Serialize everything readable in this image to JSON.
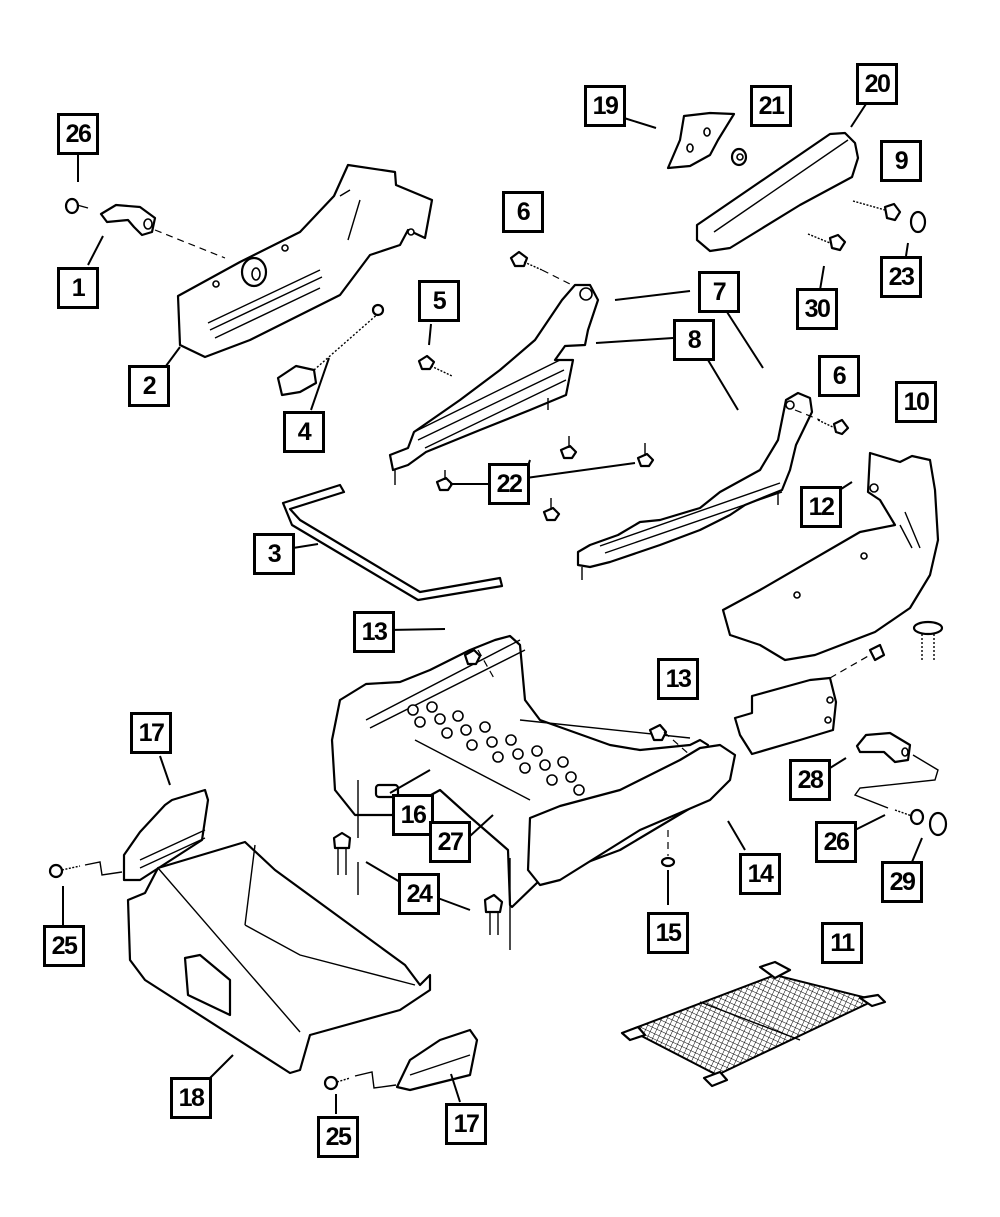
{
  "diagram": {
    "title": "Seat track, riser, storage drawer and trim exploded view",
    "callouts": [
      {
        "id": "c26a",
        "label": "26",
        "part": "screw"
      },
      {
        "id": "c1",
        "label": "1",
        "part": "handle"
      },
      {
        "id": "c2",
        "label": "2",
        "part": "shield"
      },
      {
        "id": "c4",
        "label": "4",
        "part": "spring / knob"
      },
      {
        "id": "c3",
        "label": "3",
        "part": "tow bar"
      },
      {
        "id": "c5",
        "label": "5",
        "part": "bolt"
      },
      {
        "id": "c6a",
        "label": "6",
        "part": "bolt"
      },
      {
        "id": "c7",
        "label": "7",
        "part": "adjuster"
      },
      {
        "id": "c8",
        "label": "8",
        "part": "adjuster"
      },
      {
        "id": "c6b",
        "label": "6",
        "part": "bolt"
      },
      {
        "id": "c19",
        "label": "19",
        "part": "bracket"
      },
      {
        "id": "c21",
        "label": "21",
        "part": "washer"
      },
      {
        "id": "c20",
        "label": "20",
        "part": "armrest"
      },
      {
        "id": "c9",
        "label": "9",
        "part": "bolt"
      },
      {
        "id": "c23",
        "label": "23",
        "part": "cap"
      },
      {
        "id": "c30",
        "label": "30",
        "part": "bolt"
      },
      {
        "id": "c10",
        "label": "10",
        "part": "push pin"
      },
      {
        "id": "c12",
        "label": "12",
        "part": "shield"
      },
      {
        "id": "c22",
        "label": "22",
        "part": "nut"
      },
      {
        "id": "c13a",
        "label": "13",
        "part": "nut"
      },
      {
        "id": "c13b",
        "label": "13",
        "part": "nut"
      },
      {
        "id": "c16",
        "label": "16",
        "part": "riser"
      },
      {
        "id": "c27",
        "label": "27",
        "part": "riser frame"
      },
      {
        "id": "c24",
        "label": "24",
        "part": "bolt"
      },
      {
        "id": "c14",
        "label": "14",
        "part": "riser cover"
      },
      {
        "id": "c15",
        "label": "15",
        "part": "washer"
      },
      {
        "id": "c28",
        "label": "28",
        "part": "handle"
      },
      {
        "id": "c26b",
        "label": "26",
        "part": "screw"
      },
      {
        "id": "c29",
        "label": "29",
        "part": "cap"
      },
      {
        "id": "c11",
        "label": "11",
        "part": "net"
      },
      {
        "id": "c17a",
        "label": "17",
        "part": "slide"
      },
      {
        "id": "c25a",
        "label": "25",
        "part": "screw"
      },
      {
        "id": "c18",
        "label": "18",
        "part": "drawer"
      },
      {
        "id": "c25b",
        "label": "25",
        "part": "screw"
      },
      {
        "id": "c17b",
        "label": "17",
        "part": "slide"
      }
    ]
  }
}
